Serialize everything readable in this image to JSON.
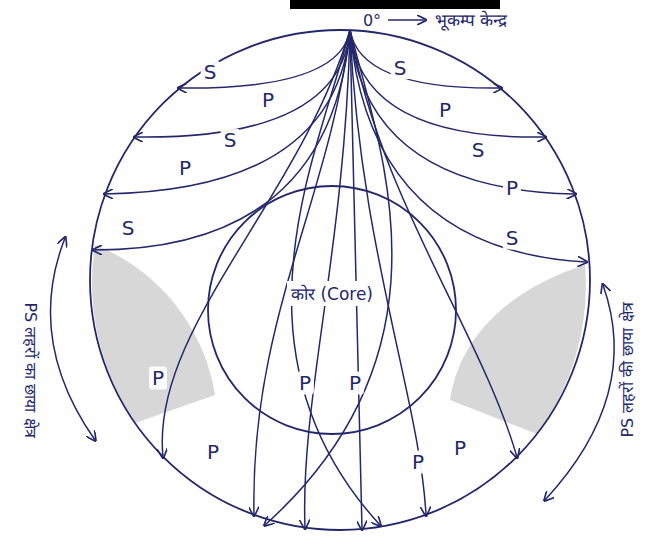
{
  "diagram": {
    "nodes": [
      {
        "text": [
          "कोर (Core)"
        ]
      }
    ],
    "labels": [
      "0°",
      "भूकम्प केन्द्र",
      "S",
      "S",
      "P",
      "P",
      "S",
      "S",
      "P",
      "P",
      "S",
      "S",
      "PS लहरों का छाया क्षेत्र",
      "PS लहरों की छाया क्षेत्र",
      "P",
      "P",
      "P",
      "P",
      "P",
      "P"
    ]
  }
}
